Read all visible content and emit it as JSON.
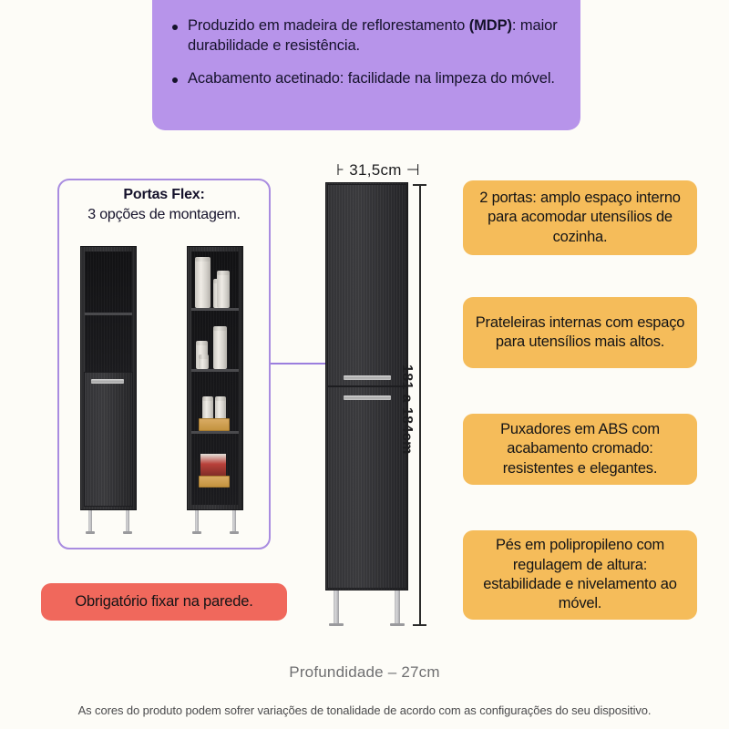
{
  "header": {
    "bullets": [
      {
        "pre": "Produzido em madeira de reflorestamento ",
        "strong": "(MDP)",
        "post": ": maior durabilidade e resistência."
      },
      {
        "pre": "Acabamento acetinado: facilidade na limpeza do móvel.",
        "strong": "",
        "post": ""
      }
    ]
  },
  "flex_panel": {
    "title": "Portas Flex:",
    "subtitle": "3 opções de montagem."
  },
  "dimensions": {
    "width_label": "31,5cm",
    "height_label": "181 a 184cm",
    "depth_label": "Profundidade – 27cm"
  },
  "callouts": [
    "2 portas: amplo espaço interno para acomodar utensílios de cozinha.",
    "Prateleiras internas com espaço para utensílios mais altos.",
    "Puxadores em ABS com acabamento cromado: resistentes e elegantes.",
    "Pés em polipropileno com regulagem de altura: estabilidade e nivelamento ao móvel."
  ],
  "warning": "Obrigatório fixar na parede.",
  "disclaimer": "As cores do produto podem sofrer variações de tonalidade de acordo com as configurações do seu dispositivo.",
  "colors": {
    "background": "#fdfcf7",
    "purple_panel": "#b794ea",
    "purple_border": "#a98ce0",
    "callout_orange": "#f5bc5a",
    "warning_red": "#f0685c",
    "cabinet_dark": "#2c2c2e",
    "connector_purple": "#9b7ede",
    "depth_text": "#6f6f71"
  }
}
